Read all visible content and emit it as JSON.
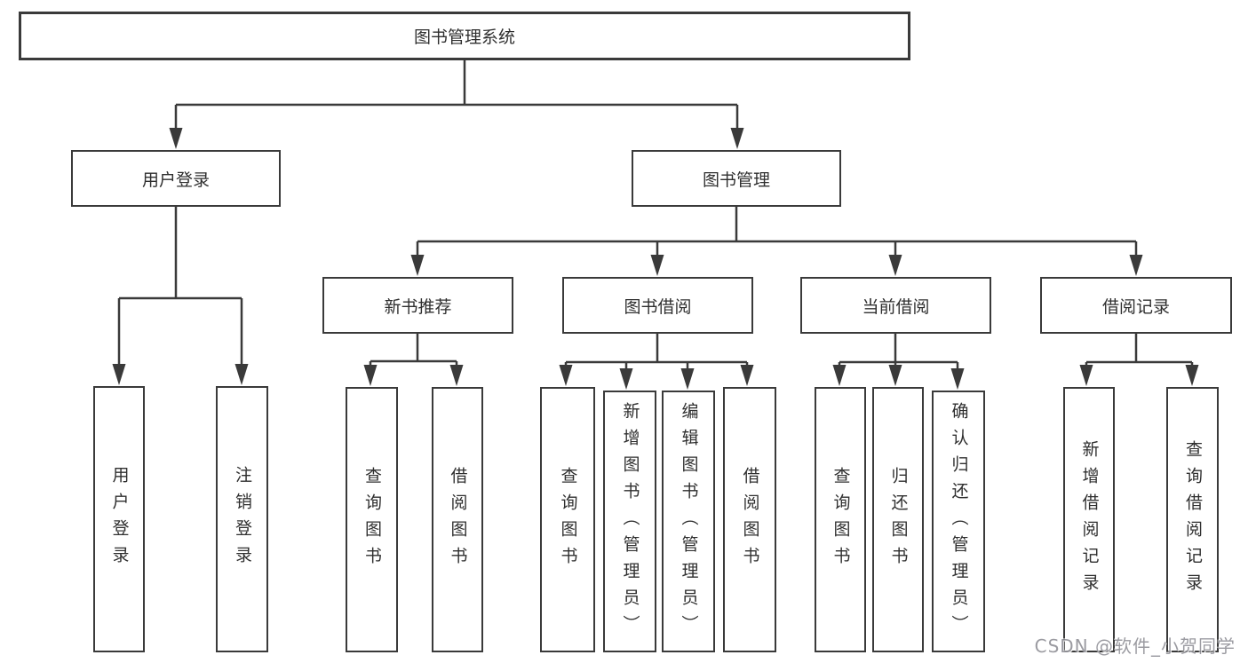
{
  "tree": {
    "root": "图书管理系统",
    "user_login": {
      "label": "用户登录",
      "children": [
        "用户登录",
        "注销登录"
      ]
    },
    "book_mgmt": {
      "label": "图书管理",
      "sections": {
        "new_book_rec": {
          "label": "新书推荐",
          "children": [
            "查询图书",
            "借阅图书"
          ]
        },
        "book_borrow": {
          "label": "图书借阅",
          "children": [
            "查询图书",
            "新增图书（管理员）",
            "编辑图书（管理员）",
            "借阅图书"
          ]
        },
        "current_borrow": {
          "label": "当前借阅",
          "children": [
            "查询图书",
            "归还图书",
            "确认归还（管理员）"
          ]
        },
        "borrow_records": {
          "label": "借阅记录",
          "children": [
            "新增借阅记录",
            "查询借阅记录"
          ]
        }
      }
    }
  },
  "watermark": {
    "text": "CSDN @软件_小贺同学"
  },
  "colors": {
    "line": "#3a3a3a",
    "background": "#ffffff",
    "text": "#2f2f2f",
    "watermark": "#8a8a90"
  }
}
